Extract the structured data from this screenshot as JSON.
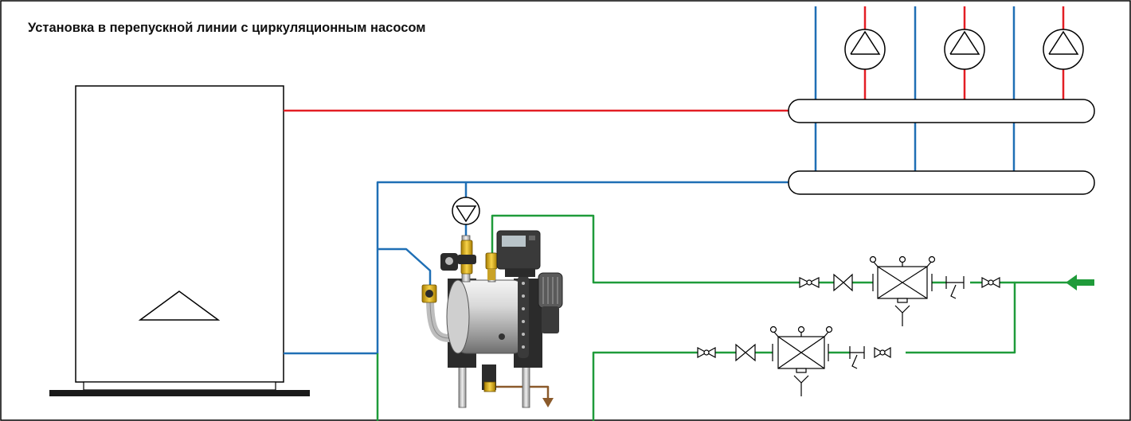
{
  "title": "Установка в перепускной линии с циркуляционным насосом",
  "colors": {
    "supply": "#e31e24",
    "return": "#1f6fb5",
    "cold_water": "#1f9b3a",
    "drain": "#8b5a2b",
    "outline": "#000000"
  },
  "components": [
    "boiler",
    "supply-manifold",
    "return-manifold",
    "heating-circulation-pump-1",
    "heating-circulation-pump-2",
    "heating-circulation-pump-3",
    "bypass-circulation-pump",
    "pressure-maintenance-unit",
    "backflow-preventer",
    "cold-water-inlet-arrow",
    "drain-arrow"
  ]
}
